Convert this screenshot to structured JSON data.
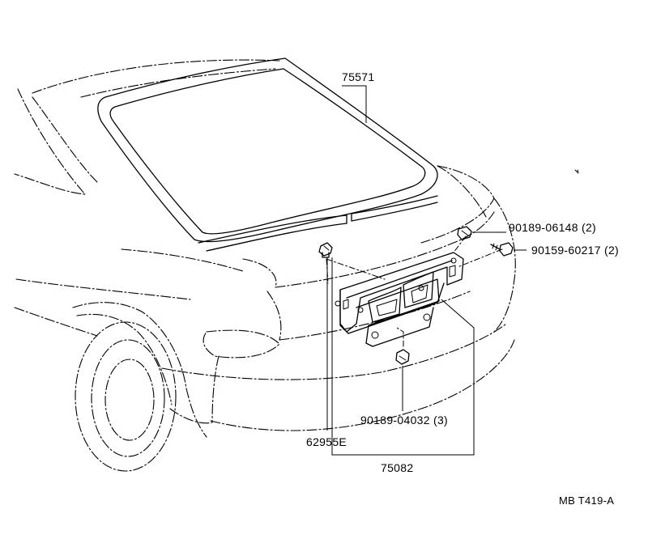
{
  "labels": {
    "window_weatherstrip": "75571",
    "clip_upper": "90189-06148 (2)",
    "screw": "90159-60217 (2)",
    "clip_lower": "90189-04032 (3)",
    "clip_left": "62955E",
    "garnish_panel": "75082",
    "figure_code": "MB T419-A"
  }
}
